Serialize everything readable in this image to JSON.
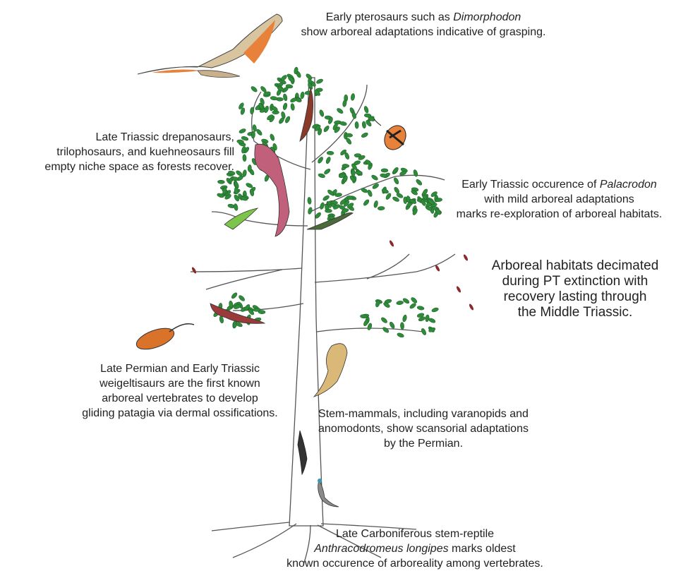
{
  "captions": {
    "pterosaurs": {
      "lines": [
        "Early pterosaurs such as ",
        "Dimorphodon",
        "show arboreal adaptations indicative of grasping."
      ]
    },
    "drepanosaurs": {
      "lines": [
        "Late Triassic drepanosaurs,",
        "trilophosaurs, and kuehneosaurs fill",
        "empty niche space as forests recover."
      ]
    },
    "palacrodon": {
      "lines": [
        "Early Triassic occurence of ",
        "Palacrodon",
        "with mild arboreal adaptations",
        "marks re-exploration of arboreal habitats."
      ]
    },
    "extinction": {
      "lines": [
        "Arboreal habitats decimated",
        "during PT extinction with",
        "recovery lasting through",
        "the Middle Triassic."
      ]
    },
    "weigeltisaurs": {
      "lines": [
        "Late Permian and Early Triassic",
        "weigeltisaurs are the first known",
        "arboreal vertebrates to develop",
        "gliding patagia via dermal ossifications."
      ]
    },
    "stem_mammals": {
      "lines": [
        "Stem-mammals, including varanopids and",
        "anomodonts, show scansorial adaptations",
        "by the Permian."
      ]
    },
    "anthracodromeus": {
      "lines": [
        "Late Carboniferous stem-reptile",
        "Anthracodromeus longipes",
        " marks oldest",
        "known occurence of arboreality among vertebrates."
      ]
    }
  },
  "colors": {
    "leaf": "#2e8b3a",
    "trunk_stroke": "#555555",
    "pterosaur_wing": "#e8823a",
    "dead_leaf": "#8b2a2a"
  }
}
